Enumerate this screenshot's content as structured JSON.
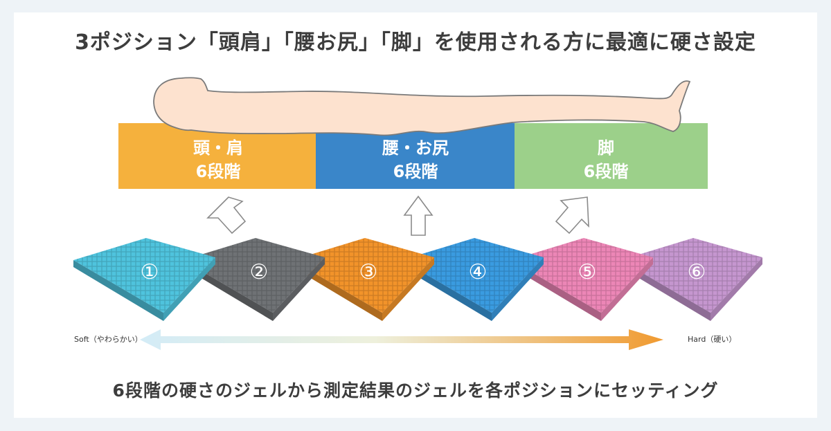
{
  "title": "3ポジション「頭肩」「腰お尻」「脚」を使用される方に最適に硬さ設定",
  "zones": [
    {
      "line1": "頭・肩",
      "line2": "6段階",
      "color": "#f5b13d"
    },
    {
      "line1": "腰・お尻",
      "line2": "6段階",
      "color": "#3a86c9"
    },
    {
      "line1": "脚",
      "line2": "6段階",
      "color": "#9cd08a"
    }
  ],
  "gels": [
    {
      "label": "①",
      "color": "#4fc3dd"
    },
    {
      "label": "②",
      "color": "#6f7275"
    },
    {
      "label": "③",
      "color": "#f2932a"
    },
    {
      "label": "④",
      "color": "#3a9be0"
    },
    {
      "label": "⑤",
      "color": "#ec86b6"
    },
    {
      "label": "⑥",
      "color": "#c596cf"
    }
  ],
  "scale": {
    "soft_label": "Soft（やわらかい）",
    "hard_label": "Hard（硬い）",
    "soft_color": "#d3ecf7",
    "hard_color": "#f09a30"
  },
  "caption": "6段階の硬さのジェルから測定結果のジェルを各ポジションにセッティング",
  "body_color": "#fde2cf"
}
